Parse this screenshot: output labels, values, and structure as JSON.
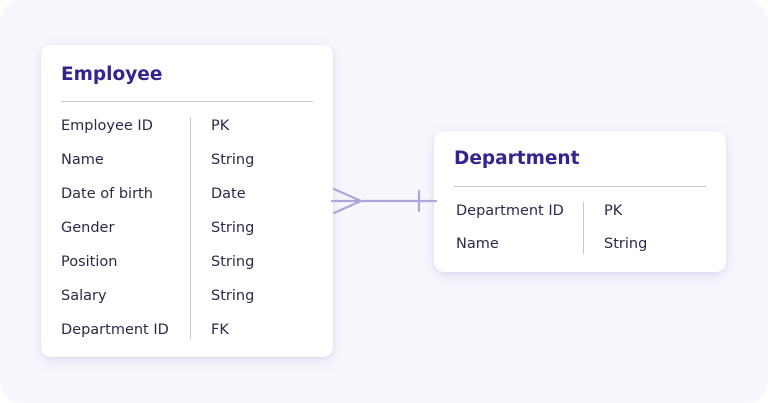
{
  "colors": {
    "background": "#f7f7fd",
    "card": "#ffffff",
    "title": "#32258f",
    "text": "#2a2a4a",
    "rule": "#c8c6d3",
    "connector": "#aca6dc"
  },
  "entities": [
    {
      "title": "Employee",
      "attributes": [
        {
          "name": "Employee ID",
          "type": "PK"
        },
        {
          "name": "Name",
          "type": "String"
        },
        {
          "name": "Date of birth",
          "type": "Date"
        },
        {
          "name": "Gender",
          "type": "String"
        },
        {
          "name": "Position",
          "type": "String"
        },
        {
          "name": "Salary",
          "type": "String"
        },
        {
          "name": "Department ID",
          "type": "FK"
        }
      ]
    },
    {
      "title": "Department",
      "attributes": [
        {
          "name": "Department ID",
          "type": "PK"
        },
        {
          "name": "Name",
          "type": "String"
        }
      ]
    }
  ],
  "relationship": {
    "from": "Employee",
    "to": "Department",
    "from_end": "crows-foot-many-icon",
    "to_end": "bar-one-icon"
  }
}
